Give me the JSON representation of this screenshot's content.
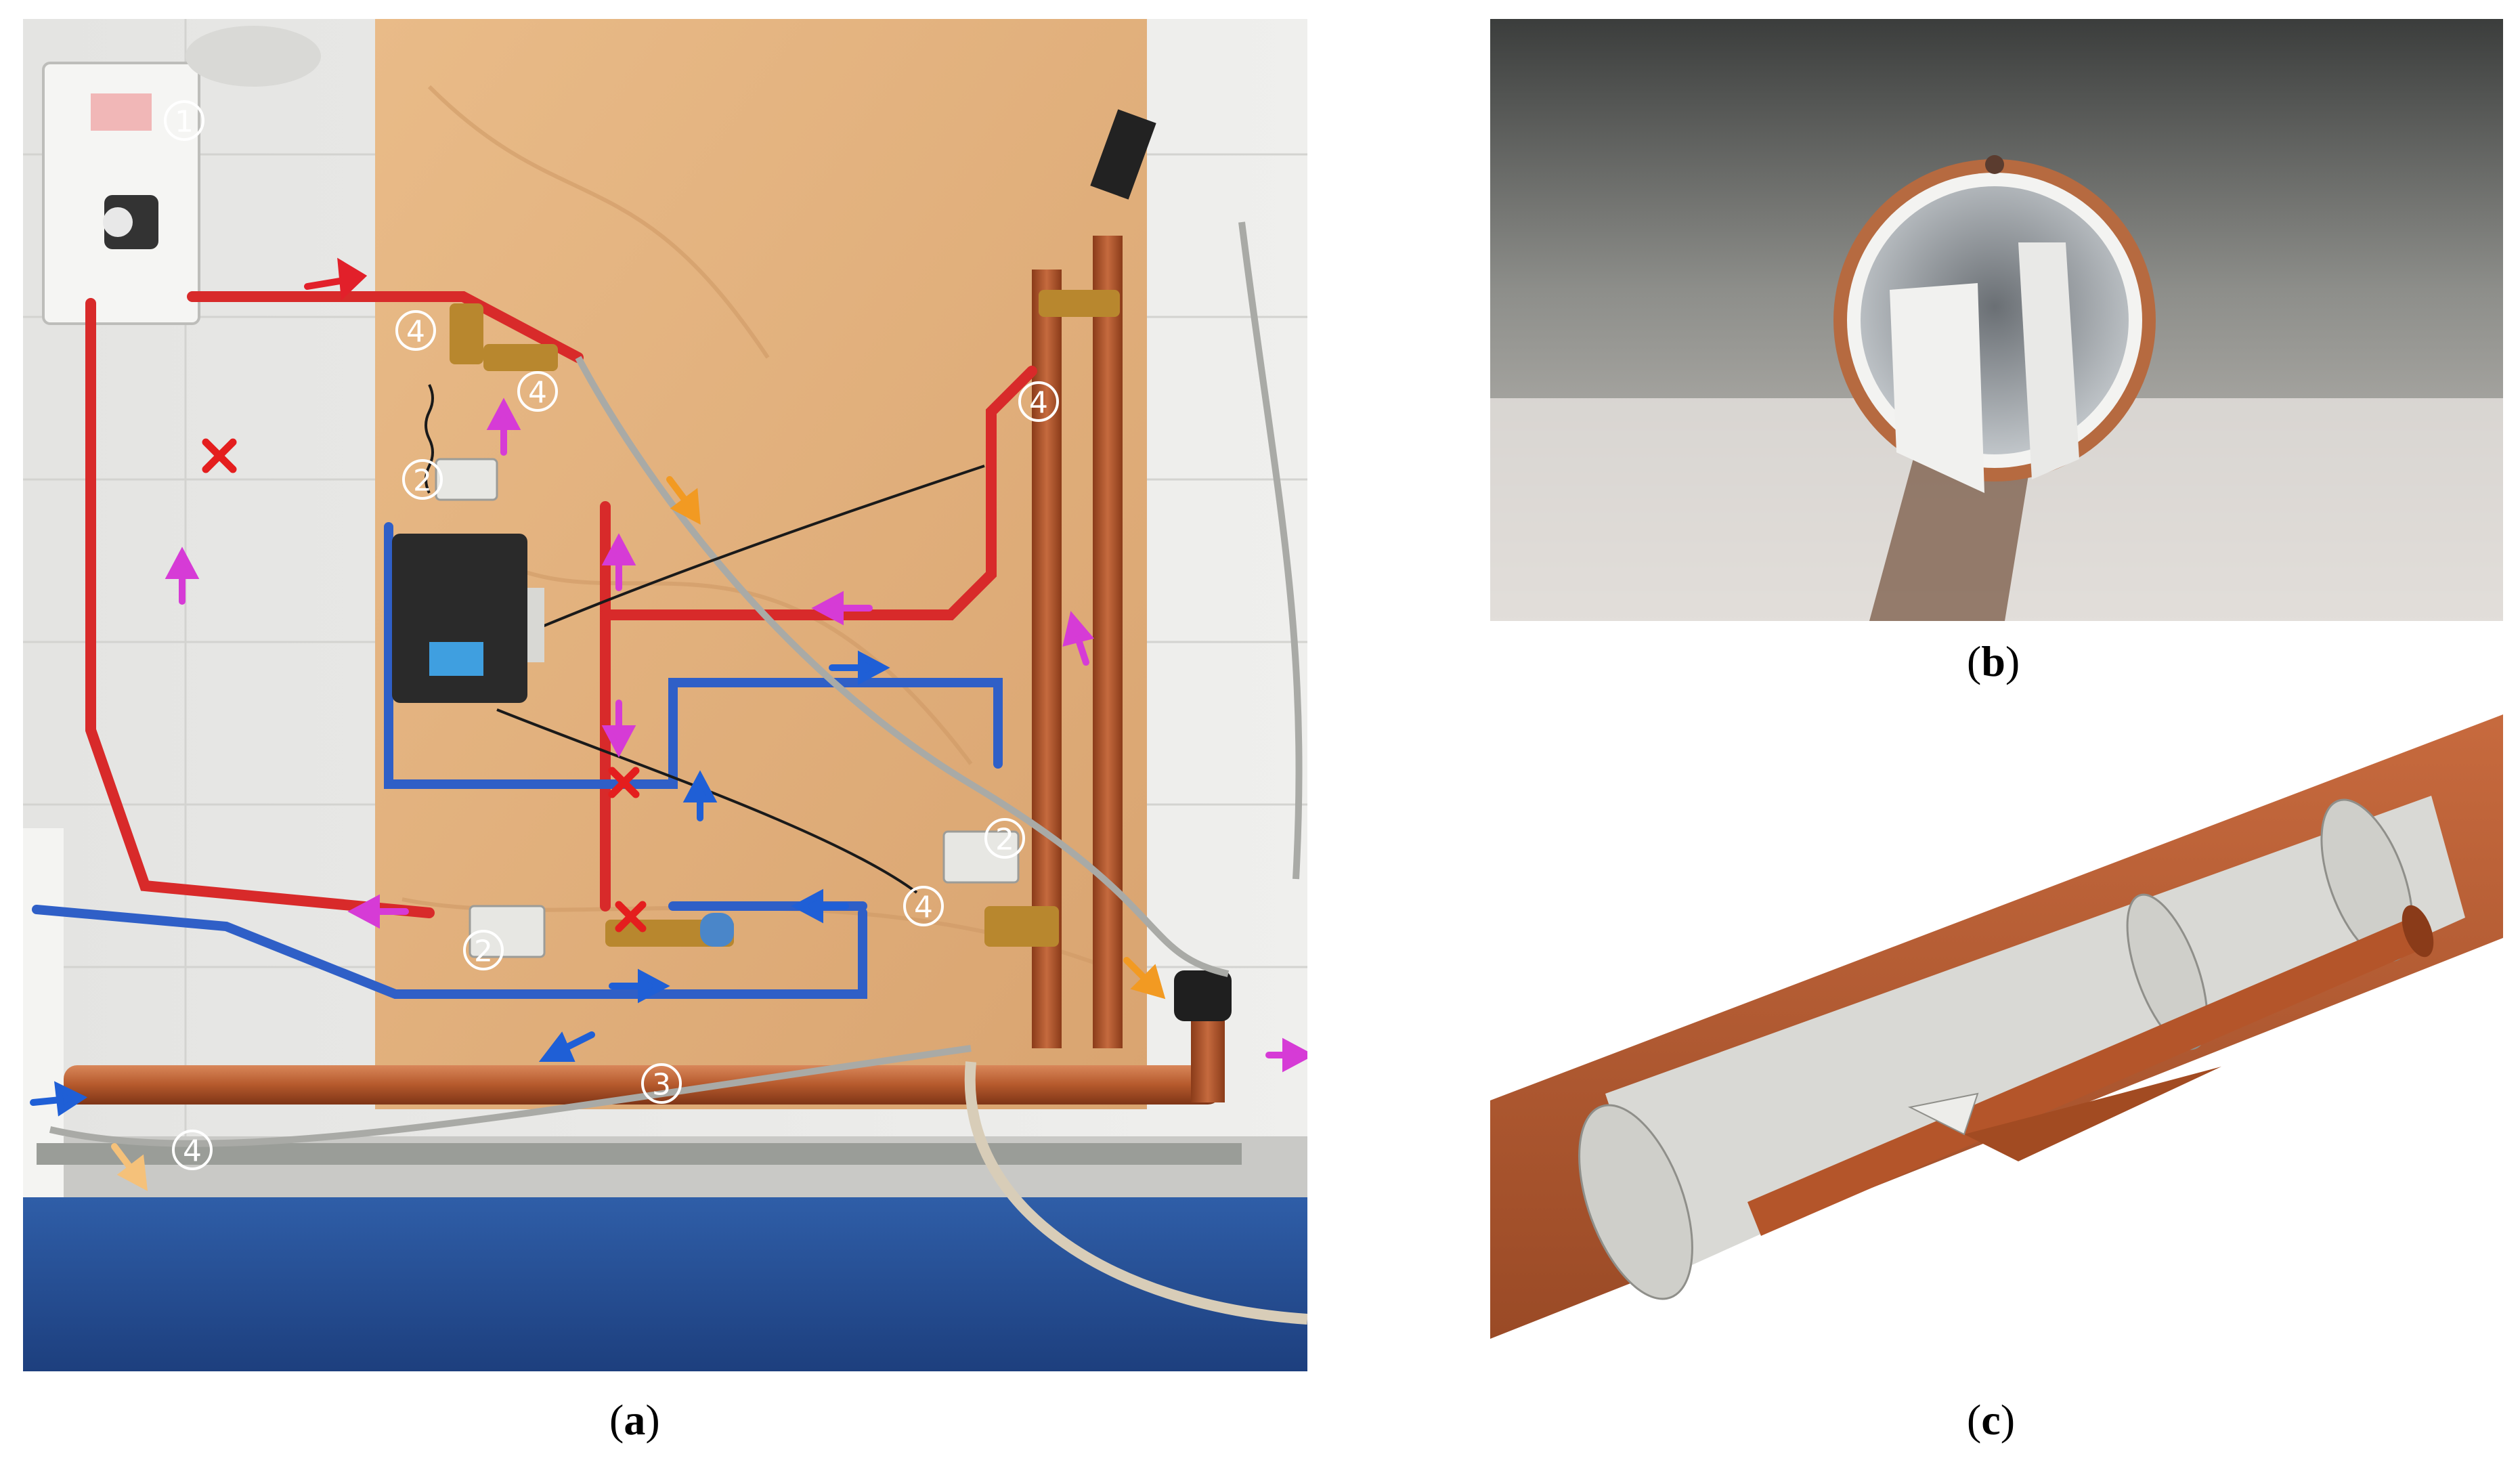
{
  "figure": {
    "panels": [
      {
        "id": "a",
        "caption_open": "(",
        "caption_letter": "a",
        "caption_close": ")"
      },
      {
        "id": "b",
        "caption_open": "(",
        "caption_letter": "b",
        "caption_close": ")"
      },
      {
        "id": "c",
        "caption_open": "(",
        "caption_letter": "c",
        "caption_close": ")"
      }
    ],
    "callouts": [
      "①",
      "②",
      "③",
      "④"
    ],
    "colors": {
      "hot_arrow": "#e2202a",
      "circulation_arrow": "#d63bd6",
      "cold_arrow": "#1f5fd6",
      "return_arrow": "#f29a22",
      "copper": "#b4552a",
      "board": "#e3b07c",
      "tile_wall": "#ececec",
      "floor": "#244a8c"
    }
  }
}
